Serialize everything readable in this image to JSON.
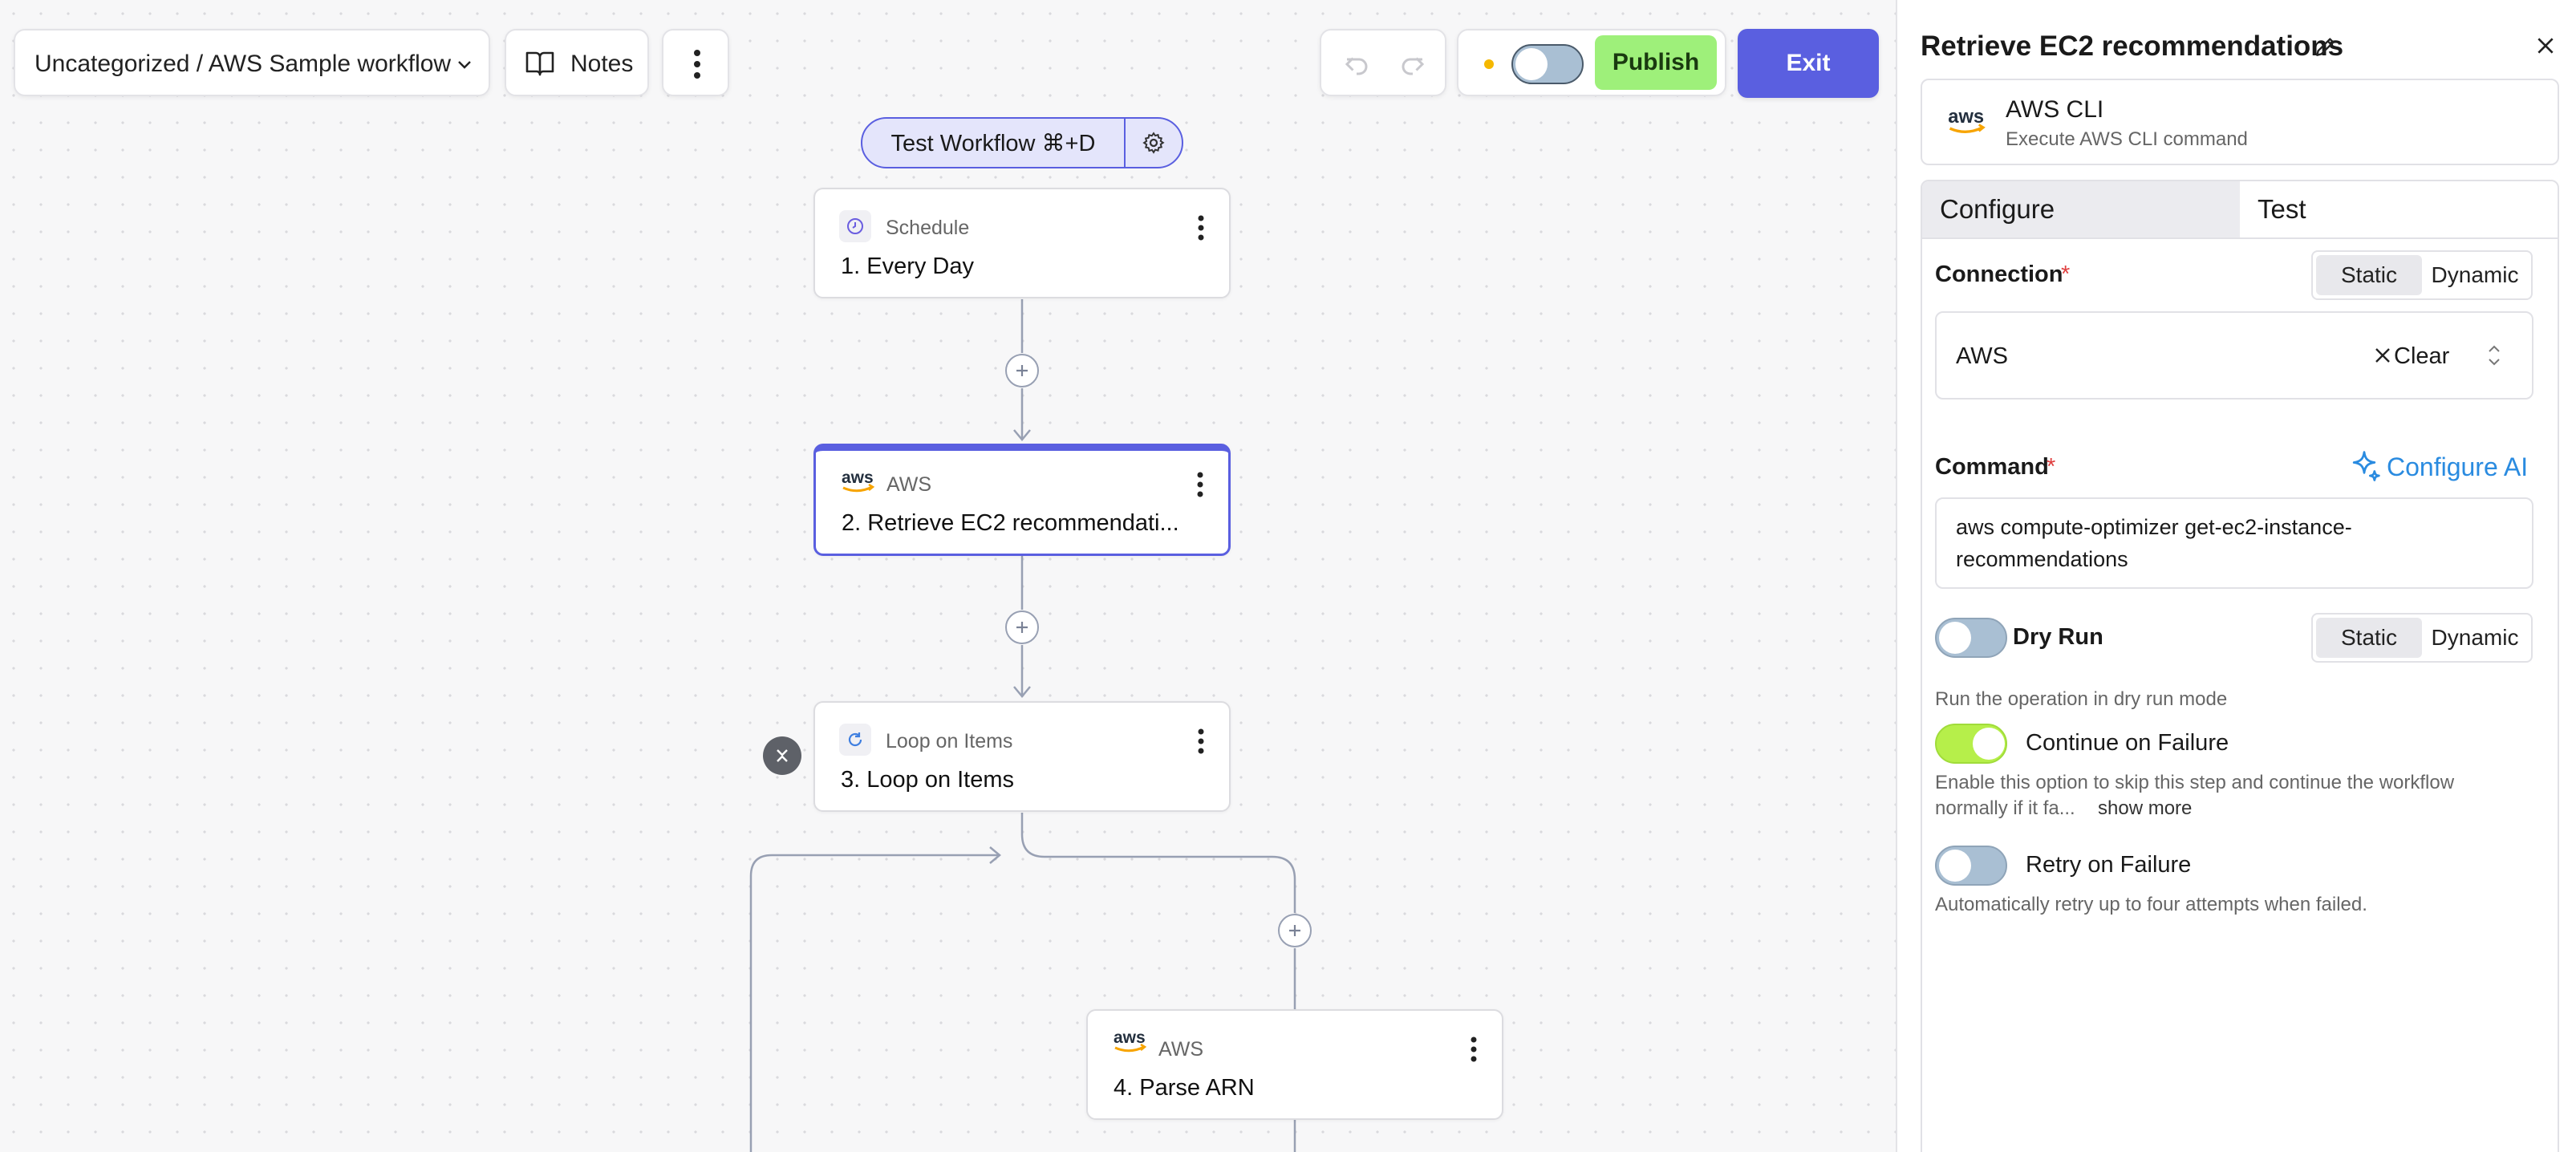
{
  "toolbar": {
    "breadcrumb": "Uncategorized / AWS Sample workflow",
    "notes_label": "Notes",
    "publish_label": "Publish",
    "exit_label": "Exit"
  },
  "test_workflow": {
    "label": "Test Workflow ⌘+D"
  },
  "nodes": [
    {
      "type": "Schedule",
      "title": "1. Every Day",
      "icon": "clock-icon"
    },
    {
      "type": "AWS",
      "title": "2. Retrieve EC2 recommendati...",
      "icon": "aws-logo-icon"
    },
    {
      "type": "Loop on Items",
      "title": "3. Loop on Items",
      "icon": "loop-icon"
    },
    {
      "type": "AWS",
      "title": "4. Parse ARN",
      "icon": "aws-logo-icon"
    }
  ],
  "panel": {
    "title": "Retrieve EC2 recommendations",
    "app_name": "AWS CLI",
    "app_desc": "Execute AWS CLI command",
    "tabs": [
      "Configure",
      "Test"
    ],
    "active_tab": "Configure",
    "connection": {
      "label": "Connection",
      "required": "*",
      "mode_static": "Static",
      "mode_dynamic": "Dynamic",
      "value": "AWS",
      "clear_label": "Clear"
    },
    "command": {
      "label": "Command",
      "required": "*",
      "configure_ai": "Configure AI",
      "value_line1": "aws compute-optimizer get-ec2-instance-",
      "value_line2": "recommendations"
    },
    "dry_run": {
      "label": "Dry Run",
      "mode_static": "Static",
      "mode_dynamic": "Dynamic",
      "description": "Run the operation in dry run mode",
      "enabled": false
    },
    "continue_on_failure": {
      "label": "Continue on Failure",
      "description_line1": "Enable this option to skip this step and continue the workflow",
      "description_line2": "normally if it fa...",
      "show_more": "show more",
      "enabled": true
    },
    "retry_on_failure": {
      "label": "Retry on Failure",
      "description": "Automatically retry up to four attempts when failed.",
      "enabled": false
    }
  },
  "colors": {
    "accent": "#5a5fe0",
    "publish_bg": "#9ef07a",
    "toggle_on": "#b6ef4a",
    "toggle_off": "#a9bfd3",
    "link": "#2a8be0"
  }
}
